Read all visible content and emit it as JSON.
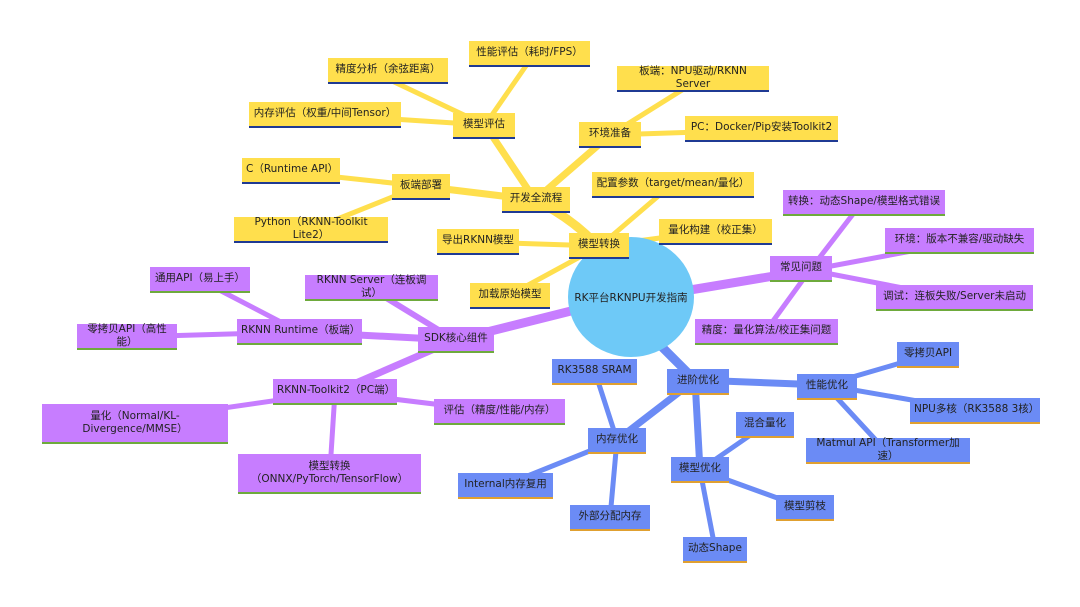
{
  "colors": {
    "root": "#6EC9F7",
    "yellow_branch": "#FFDF4D",
    "purple_branch": "#C77DFF",
    "blue_branch": "#6B8BF5",
    "yellow_underline": "#1F3A93",
    "purple_underline": "#6EAA3C",
    "blue_underline": "#E0A030"
  },
  "mindmap": {
    "root": "RK平台RKNPU开发指南",
    "dev_flow": {
      "label": "开发全流程",
      "model_eval": {
        "label": "模型评估",
        "perf": "性能评估（耗时/FPS）",
        "precision": "精度分析（余弦距离）",
        "memory": "内存评估（权重/中间Tensor）"
      },
      "env": {
        "label": "环境准备",
        "board": "板端：NPU驱动/RKNN Server",
        "pc": "PC：Docker/Pip安装Toolkit2"
      },
      "board_deploy": {
        "label": "板端部署",
        "c": "C（Runtime API）",
        "python": "Python（RKNN-Toolkit Lite2）"
      },
      "convert": {
        "label": "模型转换",
        "config": "配置参数（target/mean/量化）",
        "export": "导出RKNN模型",
        "quant_build": "量化构建（校正集）",
        "load": "加载原始模型"
      }
    },
    "faq": {
      "label": "常见问题",
      "convert_err": "转换：动态Shape/模型格式错误",
      "env_err": "环境：版本不兼容/驱动缺失",
      "debug_err": "调试：连板失败/Server未启动",
      "precision_err": "精度：量化算法/校正集问题"
    },
    "sdk": {
      "label": "SDK核心组件",
      "server": "RKNN Server（连板调试）",
      "runtime": {
        "label": "RKNN Runtime（板端）",
        "general": "通用API（易上手）",
        "zerocopy": "零拷贝API（高性能）"
      },
      "toolkit": {
        "label": "RKNN-Toolkit2（PC端）",
        "quant": "量化（Normal/KL-Divergence/MMSE）",
        "eval": "评估（精度/性能/内存）",
        "convert": "模型转换（ONNX/PyTorch/TensorFlow）"
      }
    },
    "advanced": {
      "label": "进阶优化",
      "mem_opt": {
        "label": "内存优化",
        "sram": "RK3588 SRAM",
        "internal": "Internal内存复用",
        "external": "外部分配内存"
      },
      "model_opt": {
        "label": "模型优化",
        "mixed": "混合量化",
        "prune": "模型剪枝",
        "dynamic": "动态Shape"
      },
      "perf_opt": {
        "label": "性能优化",
        "zerocopy": "零拷贝API",
        "multicore": "NPU多核（RK3588 3核）",
        "matmul": "Matmul API（Transformer加速）"
      }
    }
  }
}
